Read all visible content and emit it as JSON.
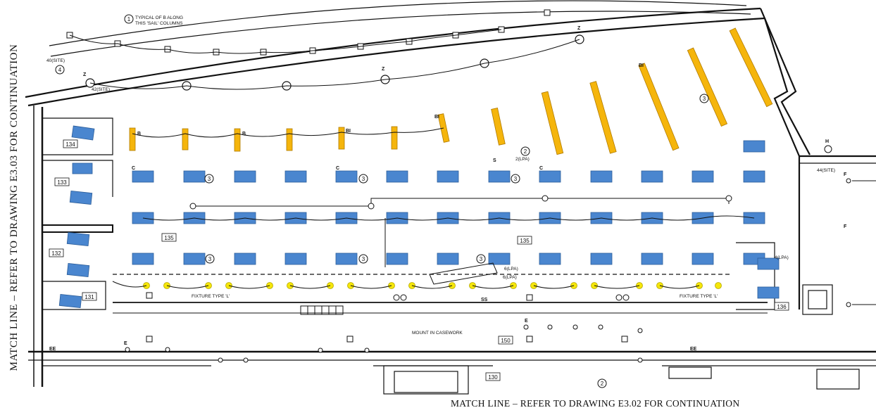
{
  "match_lines": {
    "left": "MATCH LINE – REFER TO DRAWING E3.03 FOR CONTINUATION",
    "bottom": "MATCH LINE – REFER TO DRAWING E3.02 FOR CONTINUATION"
  },
  "notes": {
    "typical_line1": "TYPICAL OF B ALONG",
    "typical_line2": "THIS 'SAIL' COLUMNS",
    "mount_casework": "MOUNT IN CASEWORK",
    "fixture_L": "FIXTURE TYPE 'L'"
  },
  "keynotes": {
    "one": "1",
    "two": "2",
    "three": "3",
    "four": "4"
  },
  "rooms": {
    "r134": "134",
    "r133": "133",
    "r132": "132",
    "r131": "131",
    "r135a": "135",
    "r135b": "135",
    "r150": "150",
    "r130": "130",
    "r136": "136"
  },
  "circuits": {
    "c1": "40(SITE)",
    "c2": "42(SITE)",
    "c3": "44(SITE)",
    "c4": "2(LPA)",
    "c5": "6(LPA)",
    "c6": "6(LPA)",
    "c7": "4(LPA)"
  },
  "fixture_tags": {
    "C": "C",
    "B": "B",
    "BI": "BI",
    "Z": "Z",
    "E": "E",
    "F": "F",
    "EE": "EE",
    "SS": "SS",
    "S": "S",
    "H": "H"
  },
  "colors": {
    "fixture_c": "#4a86cf",
    "fixture_b": "#f5b50c",
    "fixture_l": "#f5e60a",
    "line": "#111111"
  }
}
